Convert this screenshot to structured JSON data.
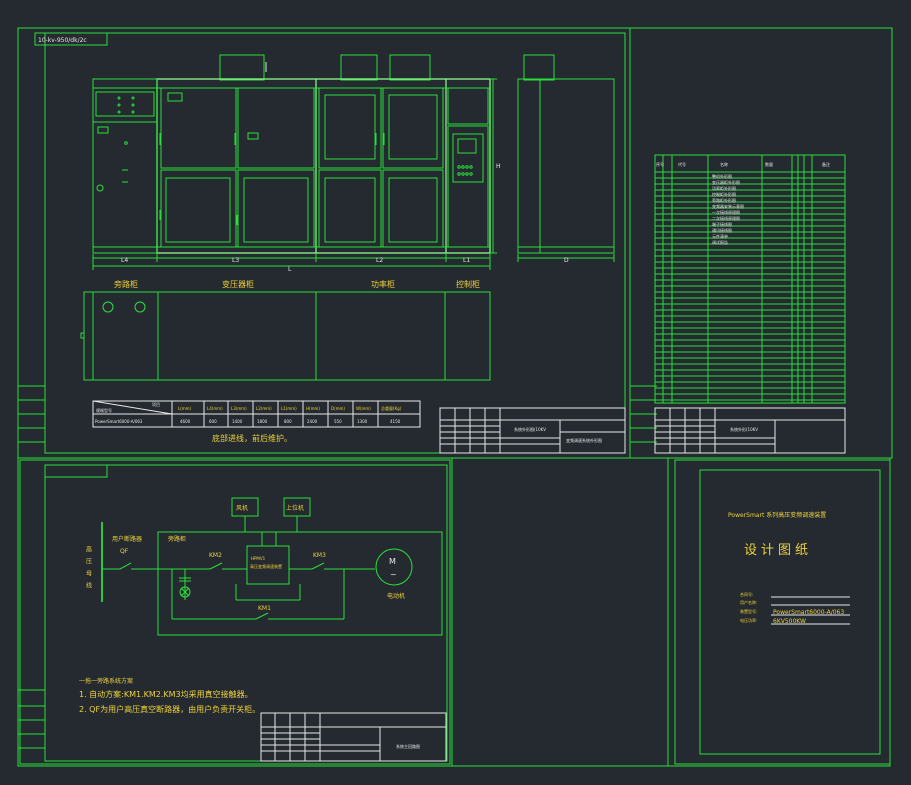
{
  "drawing_id": "10-kv-950/dk/2c",
  "dimensions": {
    "H": "H",
    "L": "L",
    "L1": "L1",
    "L2": "L2",
    "L3": "L3",
    "L4": "L4",
    "D": "D"
  },
  "cabinets": {
    "bypass": "旁路柜",
    "transformer": "变压器柜",
    "power": "功率柜",
    "control": "控制柜"
  },
  "spec_table": {
    "header_diag": "项目",
    "header_model": "规格型号",
    "columns": [
      "L(mm)",
      "L4(mm)",
      "L3(mm)",
      "L2(mm)",
      "L1(mm)",
      "H(mm)",
      "D(mm)",
      "W(mm)",
      "总重量(Kg)"
    ],
    "row_model": "PowerSmart6000-A/063",
    "row_values": [
      "4600",
      "600",
      "1400",
      "1800",
      "800",
      "2400",
      "550",
      "1300",
      "4150"
    ]
  },
  "bottom_note": "底部进线，前后维护。",
  "parts_list": {
    "headers": [
      "序号",
      "代号",
      "名称",
      "数量",
      "备注"
    ],
    "items": [
      "整机外形图",
      "变压器柜外形图",
      "功率柜外形图",
      "控制柜外形图",
      "旁路柜外形图",
      "变频器安装示意图",
      "一次接线原理图",
      "二次接线原理图",
      "端子接线图",
      "通讯接线图",
      "元件清单",
      "调试报告"
    ]
  },
  "title_block_1": {
    "title": "系统外形图(10KV",
    "sub": "变频调速系统外形图"
  },
  "title_block_2": {
    "title": "系统外形(10KV"
  },
  "title_block_3": {
    "title": "系统主回路图"
  },
  "one_line": {
    "vertical_label": "高压母线",
    "user_breaker": "用户断路器",
    "qf": "QF",
    "bypass_cabinet": "旁路柜",
    "km1": "KM1",
    "km2": "KM2",
    "km3": "KM3",
    "fan": "风机",
    "upper": "上位机",
    "inverter_line1": "HPMV1",
    "inverter_line2": "高压变频调速装置",
    "motor_symbol": "M",
    "motor_label": "电动机"
  },
  "notes": {
    "title": "一拖一旁路系统方案",
    "line1": "1. 自动方案:KM1.KM2.KM3均采用真空接触器。",
    "line2": "2. QF为用户高压真空断路器，由用户负责开关柜。"
  },
  "cover": {
    "company": "PowerSmart 系列高压变频调速装置",
    "title": "设计图纸",
    "field_project": "合同号:",
    "field_user": "用户名称:",
    "field_model": "装置型号:",
    "field_voltage": "电压功率:",
    "model_value": "PowerSmart6000-A/063",
    "voltage_value": "6KV500KW"
  },
  "colors": {
    "line": "#29e03a",
    "background": "#242a30",
    "text_yellow": "#f0d23a",
    "text_white": "#e8e8e8"
  }
}
